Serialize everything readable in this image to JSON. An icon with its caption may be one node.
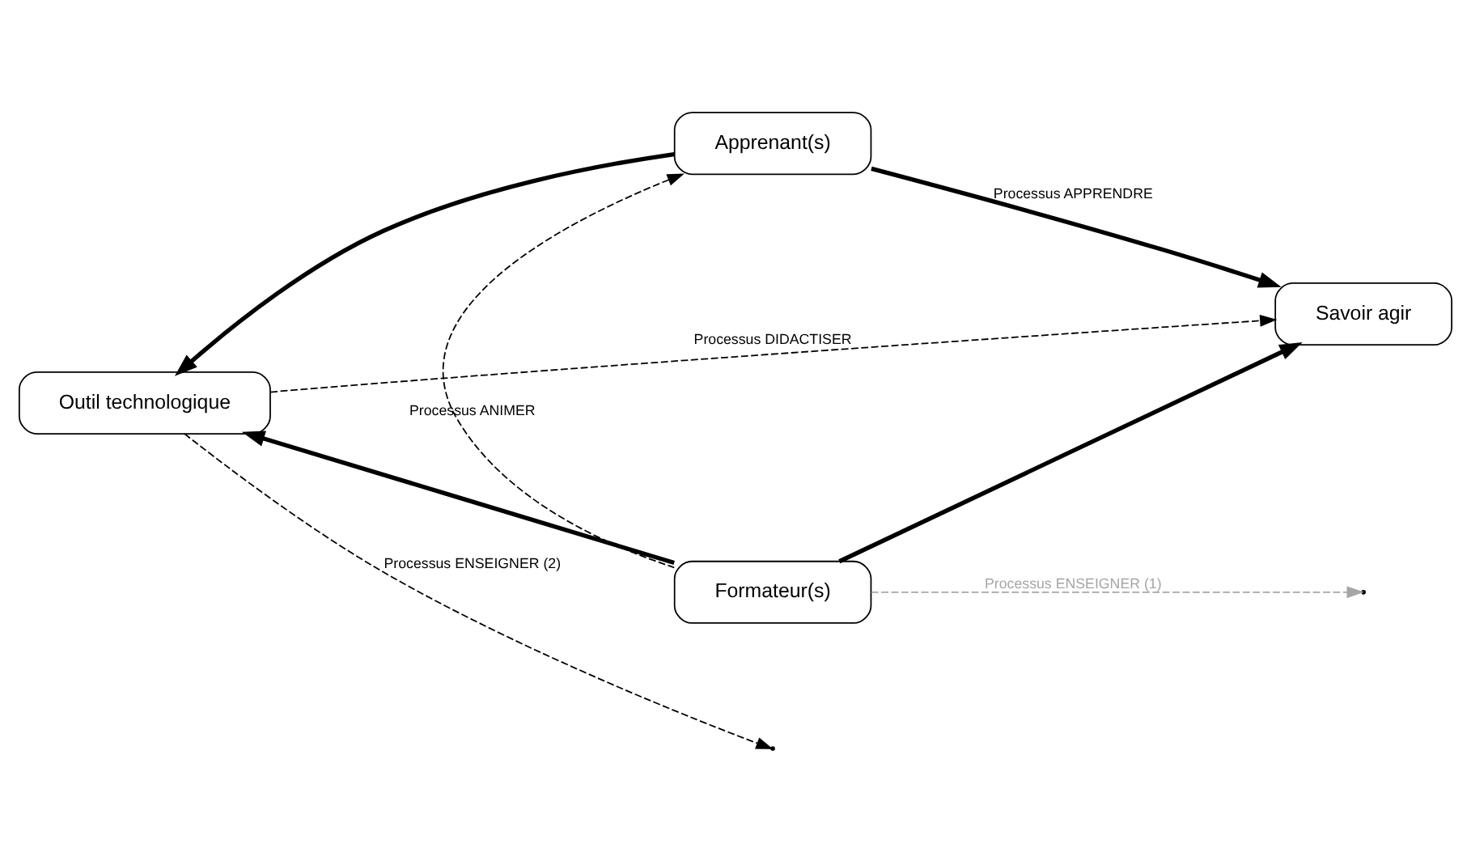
{
  "diagram": {
    "nodes": [
      {
        "text": [
          "Apprenant(s)"
        ]
      },
      {
        "text": [
          "Outil technologique"
        ]
      },
      {
        "text": [
          "Savoir agir"
        ]
      },
      {
        "text": [
          "Formateur(s)"
        ]
      }
    ],
    "edges": [
      {
        "from": 0,
        "to": 1,
        "arrow": "to",
        "style": "thick"
      },
      {
        "from": 0,
        "to": 2,
        "arrow": "to",
        "style": "thick",
        "label": "Processus APPRENDRE"
      },
      {
        "from": 3,
        "to": 1,
        "arrow": "to",
        "style": "thick"
      },
      {
        "from": 3,
        "to": 2,
        "arrow": "to",
        "style": "thick"
      },
      {
        "from": 3,
        "to": 0,
        "arrow": "to",
        "style": "dashed",
        "label": "Processus ANIMER"
      },
      {
        "from": 1,
        "to": 2,
        "arrow": "to",
        "style": "dashed",
        "label": "Processus DIDACTISER"
      },
      {
        "from": 1,
        "to": null,
        "arrow": "to",
        "style": "dashed",
        "label": "Processus ENSEIGNER (2)"
      },
      {
        "from": 3,
        "to": null,
        "arrow": "to",
        "style": "dashed",
        "color": "#a6a6a6",
        "label": "Processus ENSEIGNER (1)"
      }
    ]
  }
}
